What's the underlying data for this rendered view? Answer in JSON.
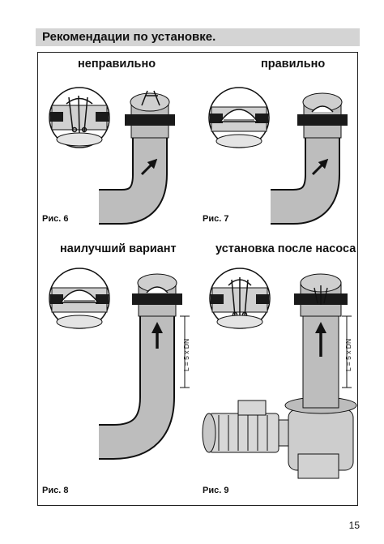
{
  "header": {
    "title": "Рекомендации по установке."
  },
  "figures": [
    {
      "title": "неправильно",
      "caption": "Рис. 6"
    },
    {
      "title": "правильно",
      "caption": "Рис. 7"
    },
    {
      "title": "наилучший вариант",
      "caption": "Рис. 8",
      "dim_label": "L = 5 x DN"
    },
    {
      "title": "установка после насоса",
      "caption": "Рис. 9",
      "dim_label": "L = 5 x DN"
    }
  ],
  "page_number": "15",
  "colors": {
    "pipe": "#b9b9b9",
    "flange": "#1a1a1a",
    "header_bg": "#d4d4d4"
  }
}
